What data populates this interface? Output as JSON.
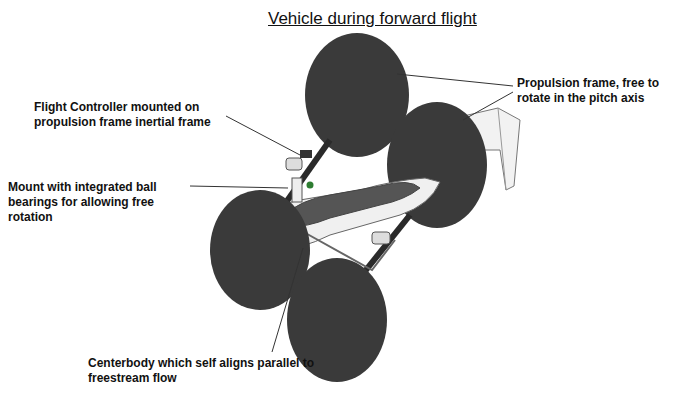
{
  "diagram": {
    "title": "Vehicle during forward flight",
    "labels": [
      "Propulsion frame, free to rotate in the pitch axis",
      "Flight Controller mounted on propulsion frame inertial frame",
      "Mount with integrated ball bearings for allowing free rotation",
      "Centerbody which self aligns parallel to freestream flow"
    ]
  }
}
